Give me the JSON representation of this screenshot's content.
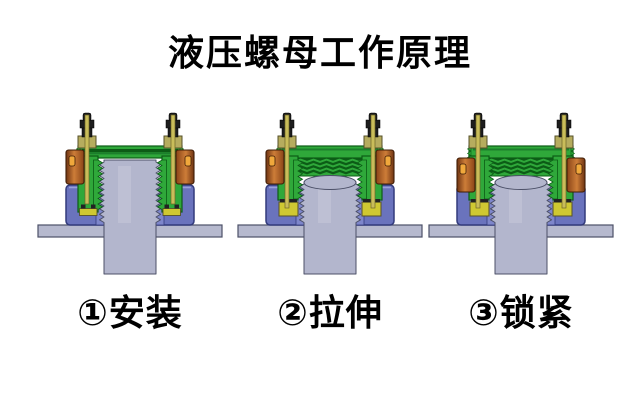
{
  "title": "液压螺母工作原理",
  "stages": [
    {
      "label": "①安装",
      "state": {
        "lift": false,
        "lock_down": false
      }
    },
    {
      "label": "②拉伸",
      "state": {
        "lift": true,
        "lock_down": false
      }
    },
    {
      "label": "③锁紧",
      "state": {
        "lift": true,
        "lock_down": true
      }
    }
  ],
  "colors": {
    "background": "#ffffff",
    "text": "#000000",
    "nut_green": "#2fa83a",
    "green_mid": "#1c7f2c",
    "green_dark": "#0c5c16",
    "base_blue": "#6a73bd",
    "blue_dark": "#333b7c",
    "blue_light": "#7e86cb",
    "blue_highlight": "#98a0da",
    "bolt_gray": "#b3b6cd",
    "bolt_highlight": "#c6c9da",
    "gray_dark": "#4c5068",
    "plate_gray": "#b6b9ce",
    "lock_orange": "#cd7d38",
    "orange_dark": "#6e3312",
    "orange_outline": "#3f1d06",
    "orange_slot": "#f0a83c",
    "piston_yellow": "#cfc832",
    "seal_black": "#222222",
    "tube_yellow": "#c9bd5a",
    "tube_outline": "#6e6526",
    "fitting_olive": "#b6ac5e",
    "olive_outline": "#56502a",
    "fitting_black": "#1d1d1d"
  }
}
